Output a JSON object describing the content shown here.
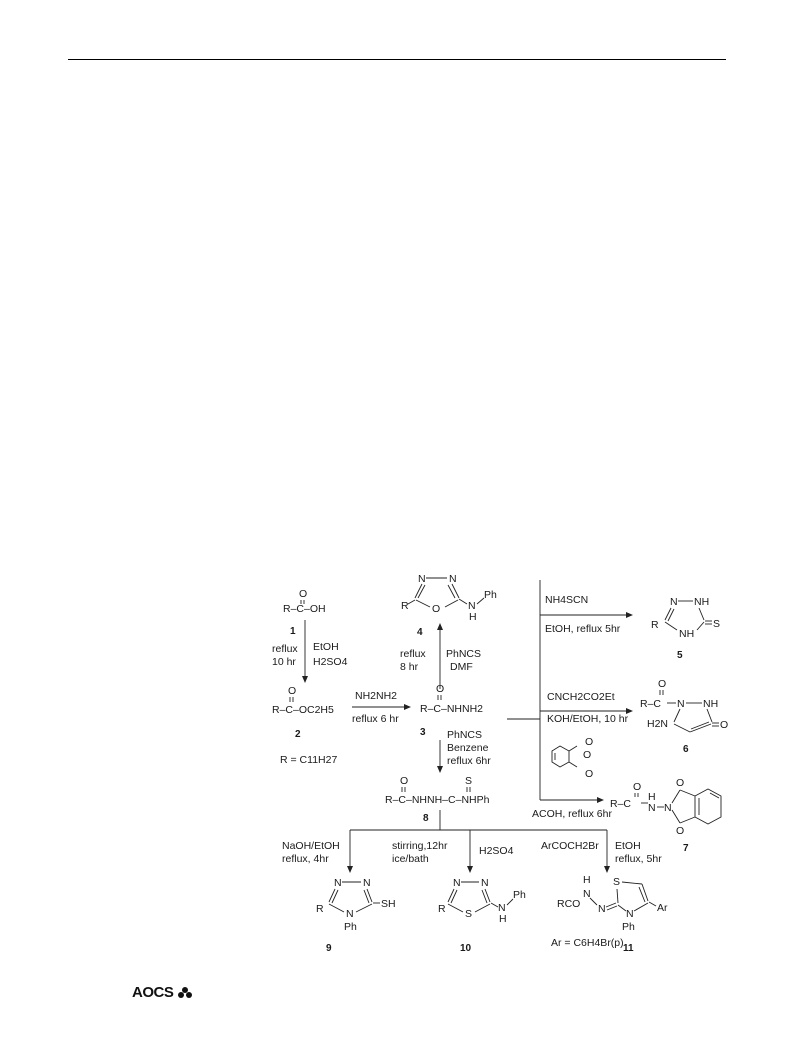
{
  "labels": {
    "c1": "R–C–OH",
    "c1o": "O",
    "n1": "1",
    "r1a": "reflux",
    "r1b": "10 hr",
    "r1c": "EtOH",
    "r1d": "H2SO4",
    "c2": "R–C–OC2H5",
    "c2o": "O",
    "n2": "2",
    "rdef": "R = C11H27",
    "r2a": "NH2NH2",
    "r2b": "reflux 6 hr",
    "c3": "R–C–NHNH2",
    "c3o": "O",
    "n3": "3",
    "r3a": "reflux",
    "r3b": "8 hr",
    "r3c": "PhNCS",
    "r3d": "DMF",
    "n4": "4",
    "r4a": "PhNCS",
    "r4b": "Benzene",
    "r4c": "reflux 6hr",
    "c8": "R–C–NHNH–C–NHPh",
    "c8o": "O",
    "c8s": "S",
    "n8": "8",
    "r5a": "NH4SCN",
    "r5b": "EtOH, reflux 5hr",
    "n5": "5",
    "r6a": "CNCH2CO2Et",
    "r6b": "KOH/EtOH, 10 hr",
    "n6": "6",
    "r7": "ACOH, reflux 6hr",
    "n7": "7",
    "r9a": "NaOH/EtOH",
    "r9b": "reflux, 4hr",
    "n9": "9",
    "r10a": "stirring,12hr",
    "r10b": "ice/bath",
    "r10c": "H2SO4",
    "n10": "10",
    "r11a": "ArCOCH2Br",
    "r11b": "EtOH",
    "r11c": "reflux, 5hr",
    "ar": "Ar = C6H4Br(p)",
    "n11": "11"
  },
  "atoms": {
    "R": "R",
    "N": "N",
    "NH": "NH",
    "H": "H",
    "O": "O",
    "S": "S",
    "Ph": "Ph",
    "SH": "SH",
    "Ar": "Ar",
    "H2N": "H2N",
    "RCO": "RCO",
    "RC": "R–C",
    "CN": "C–N",
    "HN": "H",
    "NN": "N"
  },
  "footer": {
    "logo": "AOCS"
  }
}
